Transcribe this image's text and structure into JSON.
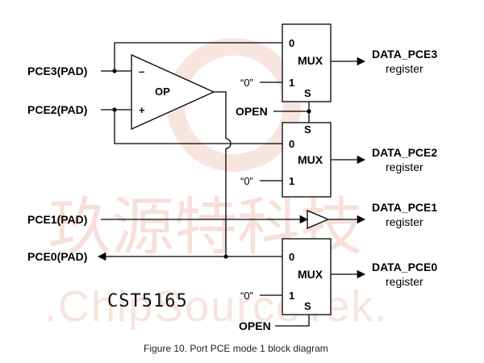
{
  "watermark": {
    "chinese": "玖源特科技",
    "english": ".ChipSourceTek."
  },
  "part_number": "CST5165",
  "caption": "Figure 10. Port PCE mode 1 block diagram",
  "inputs": {
    "pce3": "PCE3(PAD)",
    "pce2": "PCE2(PAD)",
    "pce1": "PCE1(PAD)",
    "pce0": "PCE0(PAD)"
  },
  "opamp": {
    "label": "OP",
    "minus": "–",
    "plus": "+"
  },
  "mux": {
    "label": "MUX",
    "in0": "0",
    "in1": "1",
    "sel": "S",
    "const_zero": "“0”"
  },
  "open_label": "OPEN",
  "outputs": {
    "pce3": {
      "name": "DATA_PCE3",
      "sub": "register"
    },
    "pce2": {
      "name": "DATA_PCE2",
      "sub": "register"
    },
    "pce1": {
      "name": "DATA_PCE1",
      "sub": "register"
    },
    "pce0": {
      "name": "DATA_PCE0",
      "sub": "register"
    }
  }
}
